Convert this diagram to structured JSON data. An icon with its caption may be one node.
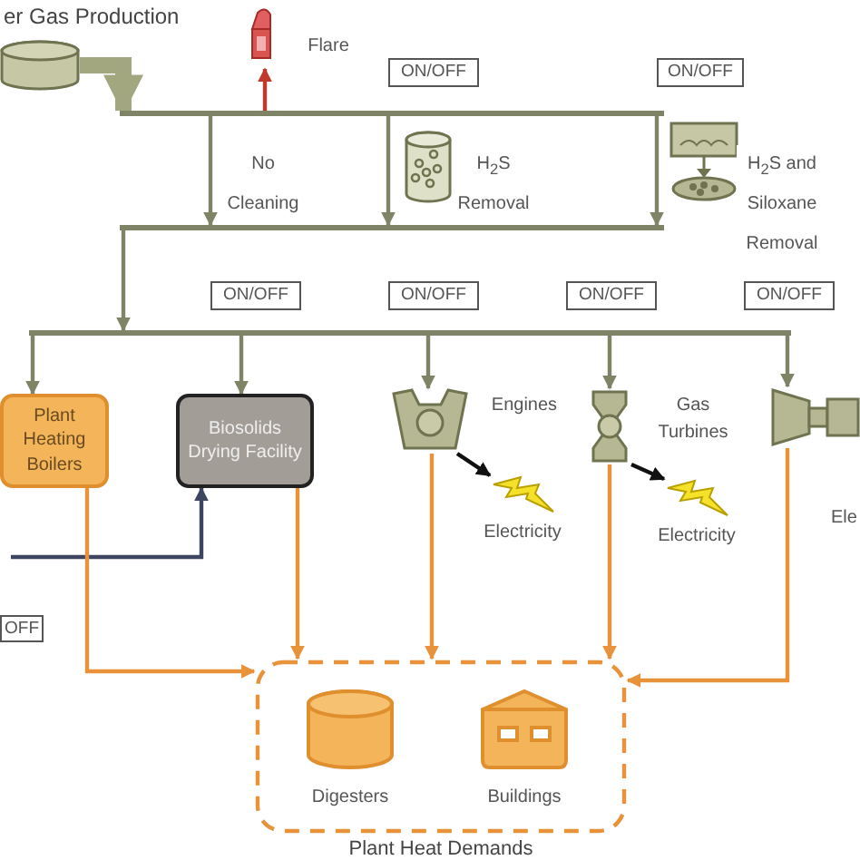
{
  "diagram": {
    "nodes": [
      {
        "text": [],
        "shape": "cylinder",
        "beside": [
          "er Gas Production"
        ]
      },
      {
        "text": [],
        "shape": "bar"
      },
      {
        "text": [
          "Flare"
        ]
      },
      {
        "text": [],
        "shape": "bar"
      },
      {
        "text": [],
        "shape": "bar"
      },
      {
        "text": [
          "Plant Heating Boilers"
        ]
      },
      {
        "text": [
          "Biosolids Drying Facility"
        ]
      },
      {
        "text": [
          "Engines"
        ]
      },
      {
        "text": [
          "Gas Turbines"
        ]
      },
      {
        "text": [],
        "shape": "picture"
      },
      {
        "text": [
          "Electricity"
        ]
      },
      {
        "text": [
          "Electricity"
        ]
      },
      {
        "text": [
          "Ele"
        ]
      },
      {
        "text": [
          "Plant Heat Demands"
        ]
      },
      {
        "text": [
          "Digesters"
        ],
        "in": 13
      },
      {
        "text": [
          "Buildings"
        ],
        "in": 13
      }
    ],
    "edges": [
      {
        "from": 0,
        "to": 1,
        "arrow": "to",
        "style": "thick"
      },
      {
        "from": 1,
        "to": 2,
        "arrow": "to",
        "color": "#c0392b"
      },
      {
        "from": 1,
        "to": 3,
        "arrow": "to",
        "label": "No Cleaning"
      },
      {
        "from": 1,
        "to": 3,
        "arrow": "to",
        "label": "H$_{2}$S Removal"
      },
      {
        "from": 1,
        "to": 3,
        "arrow": "to",
        "label": "H$_{2}$S and Siloxane Removal"
      },
      {
        "from": 3,
        "to": 4,
        "arrow": "to"
      },
      {
        "from": 4,
        "to": 5,
        "arrow": "to"
      },
      {
        "from": 4,
        "to": 6,
        "arrow": "to"
      },
      {
        "from": 4,
        "to": 7,
        "arrow": "to"
      },
      {
        "from": 4,
        "to": 8,
        "arrow": "to"
      },
      {
        "from": 4,
        "to": 9,
        "arrow": "to"
      },
      {
        "from": 7,
        "to": 10,
        "arrow": "to",
        "color": "#111111"
      },
      {
        "from": 8,
        "to": 11,
        "arrow": "to",
        "color": "#111111"
      },
      {
        "from": null,
        "to": 6,
        "arrow": "to",
        "color": "#3d4560"
      },
      {
        "from": 5,
        "to": 13,
        "arrow": "to",
        "color": "#e8923a"
      },
      {
        "from": 6,
        "to": 13,
        "arrow": "to",
        "color": "#e8923a"
      },
      {
        "from": 7,
        "to": 13,
        "arrow": "to",
        "color": "#e8923a"
      },
      {
        "from": 8,
        "to": 13,
        "arrow": "to",
        "color": "#e8923a"
      },
      {
        "from": 9,
        "to": 13,
        "arrow": "to",
        "color": "#e8923a"
      }
    ],
    "labels": [
      "ON/OFF",
      "ON/OFF",
      "ON/OFF",
      "ON/OFF",
      "ON/OFF",
      "ON/OFF",
      "OFF"
    ]
  }
}
